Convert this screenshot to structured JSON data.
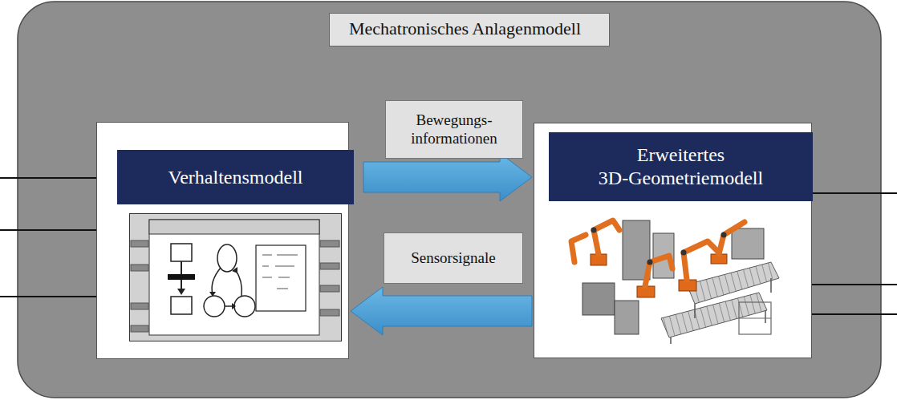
{
  "diagram": {
    "nodes": [
      {
        "text": [
          "Mechatronisches Anlagenmodell"
        ]
      },
      {
        "text": [
          "Verhaltensmodell"
        ],
        "in": 0
      },
      {
        "text": [
          "Erweitertes 3D-Geometriemodell"
        ],
        "in": 0
      }
    ],
    "edges": [
      {
        "from": 1,
        "to": 2,
        "label": "Bewegungs- informationen",
        "arrow": "to"
      },
      {
        "from": 2,
        "to": 1,
        "label": "Sensorsignale",
        "arrow": "to"
      }
    ]
  }
}
